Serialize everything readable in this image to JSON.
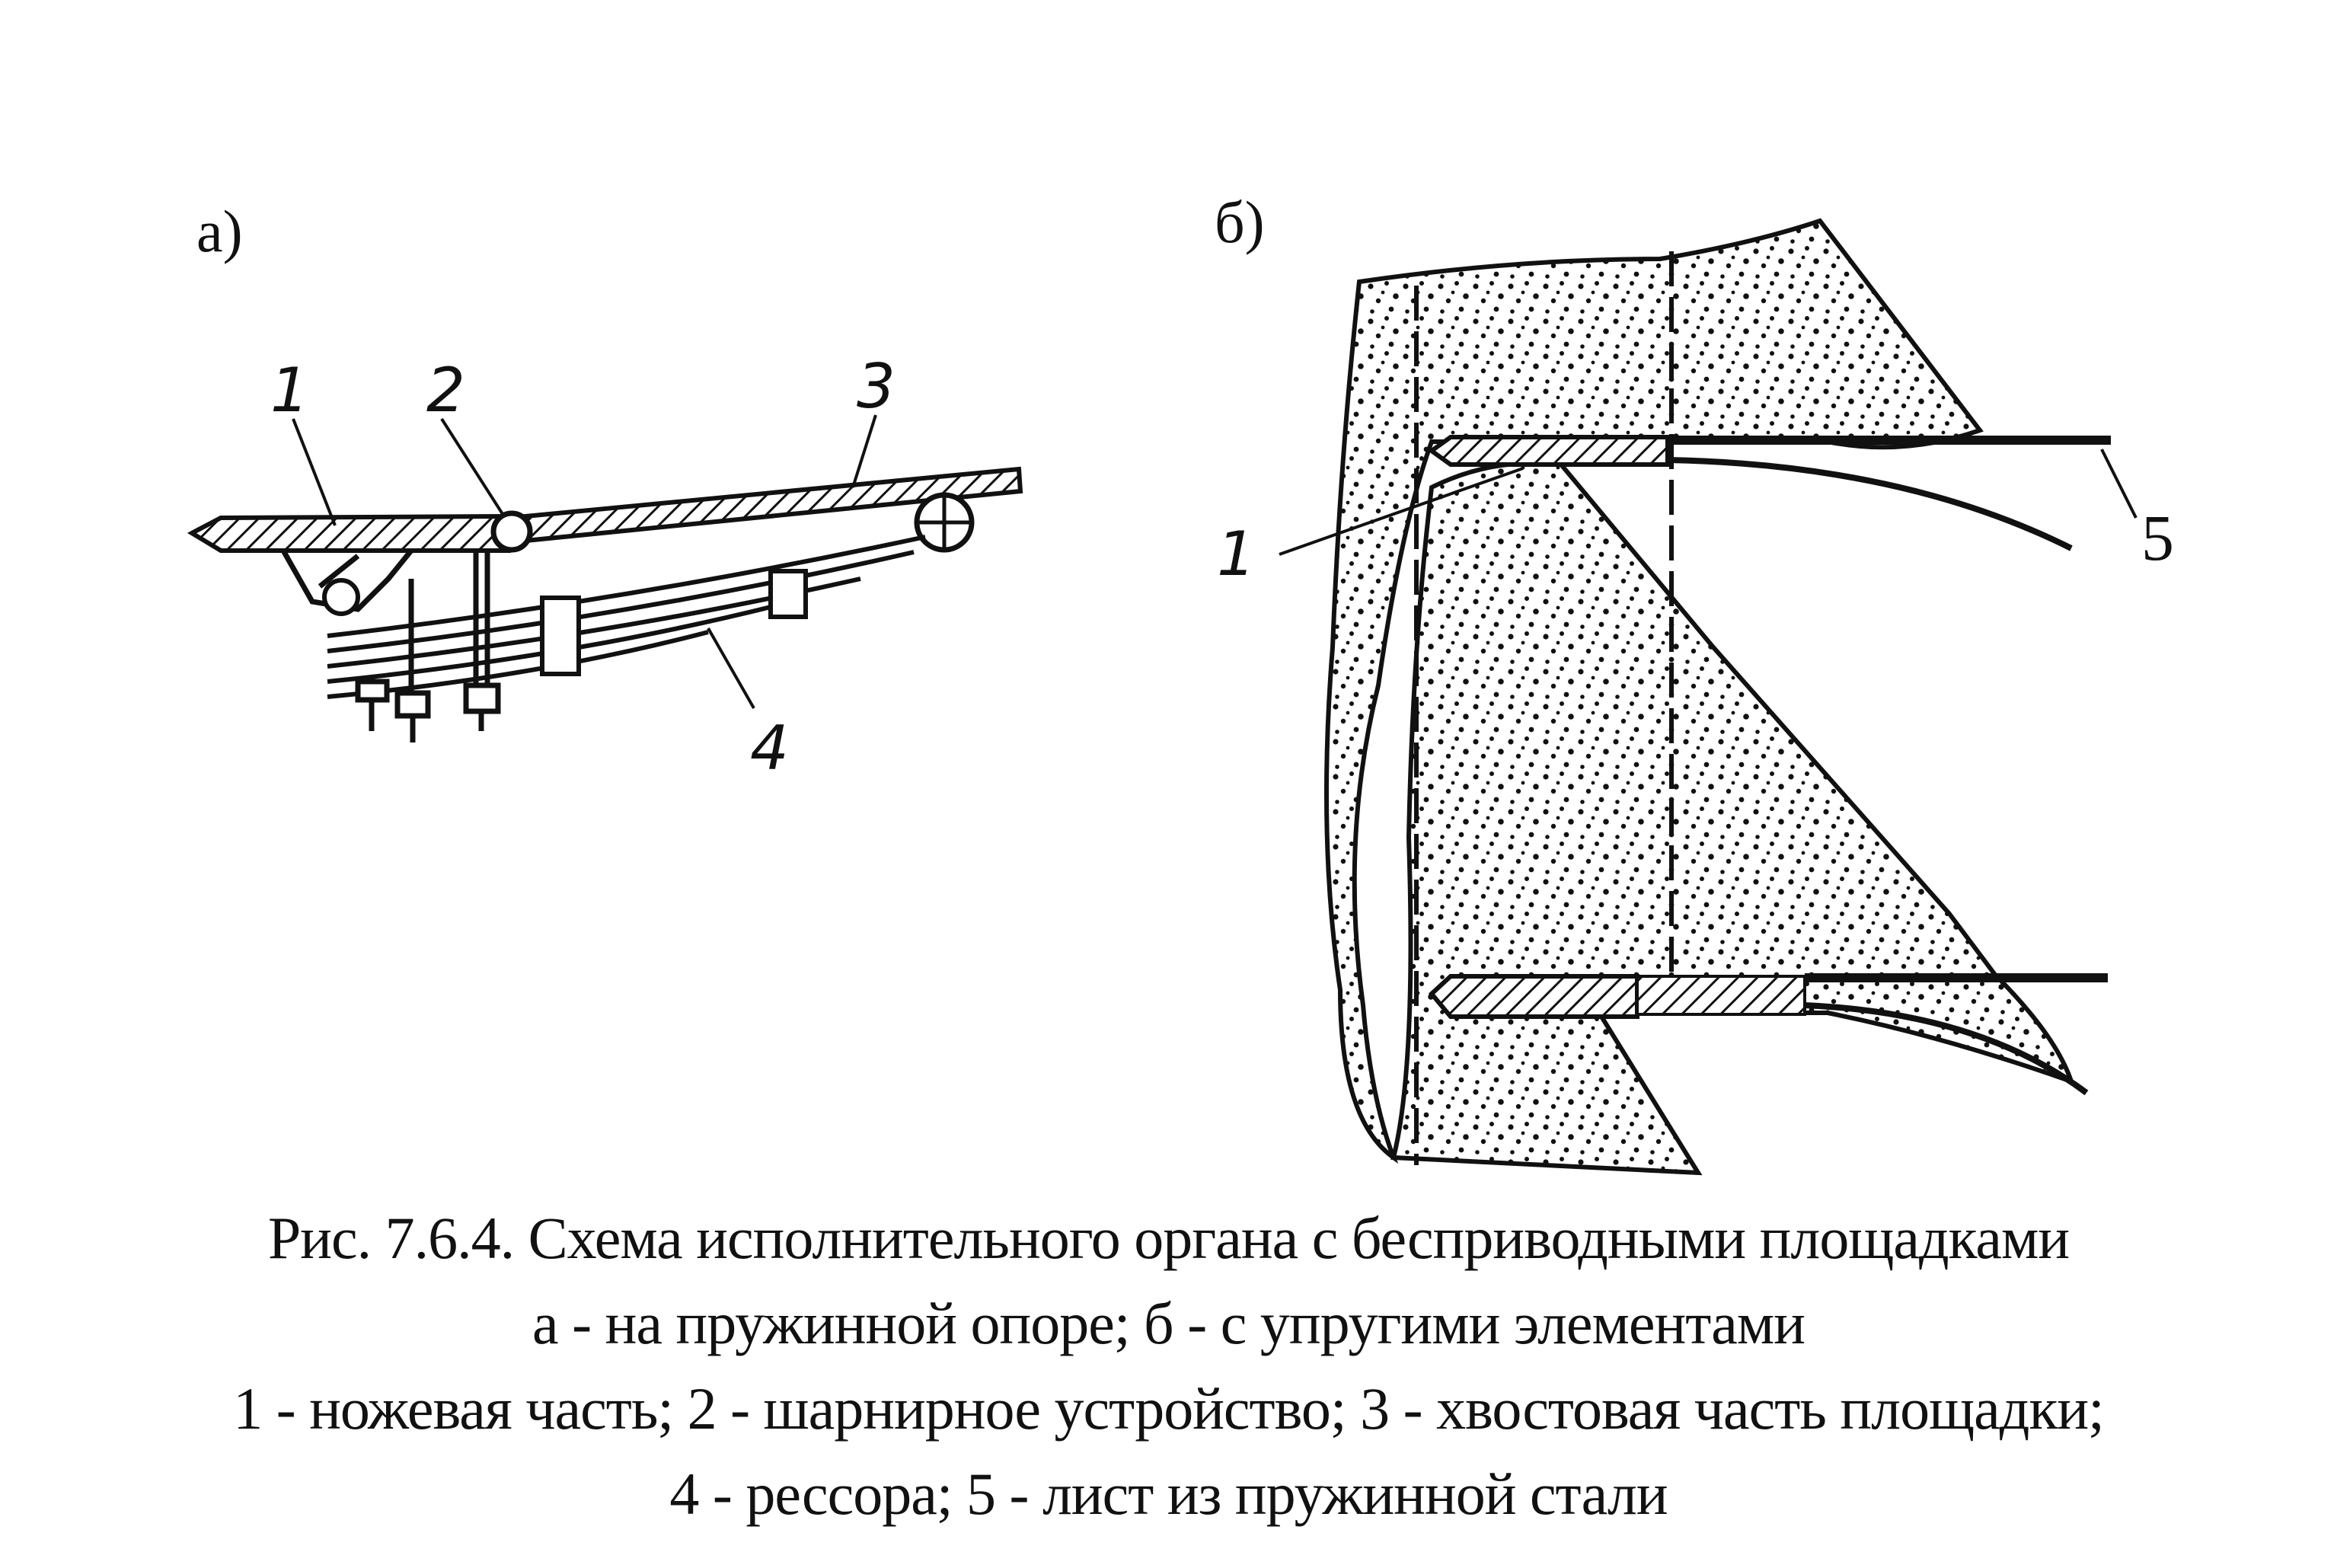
{
  "panels": {
    "a": {
      "label": "а)"
    },
    "b": {
      "label": "б)"
    }
  },
  "parts_a": {
    "p1": "1",
    "p2": "2",
    "p3": "3",
    "p4": "4"
  },
  "parts_b": {
    "p1": "1",
    "p5": "5"
  },
  "caption": {
    "line1": "Рис. 7.6.4. Схема исполнительного органа с бесприводными площадками",
    "line2": "а - на пружинной опоре; б - с упругими элементами",
    "line3": "1 - ножевая часть; 2 - шарнирное устройство; 3 - хвостовая часть площадки;",
    "line4": "4 - рессора; 5 - лист из пружинной стали"
  }
}
